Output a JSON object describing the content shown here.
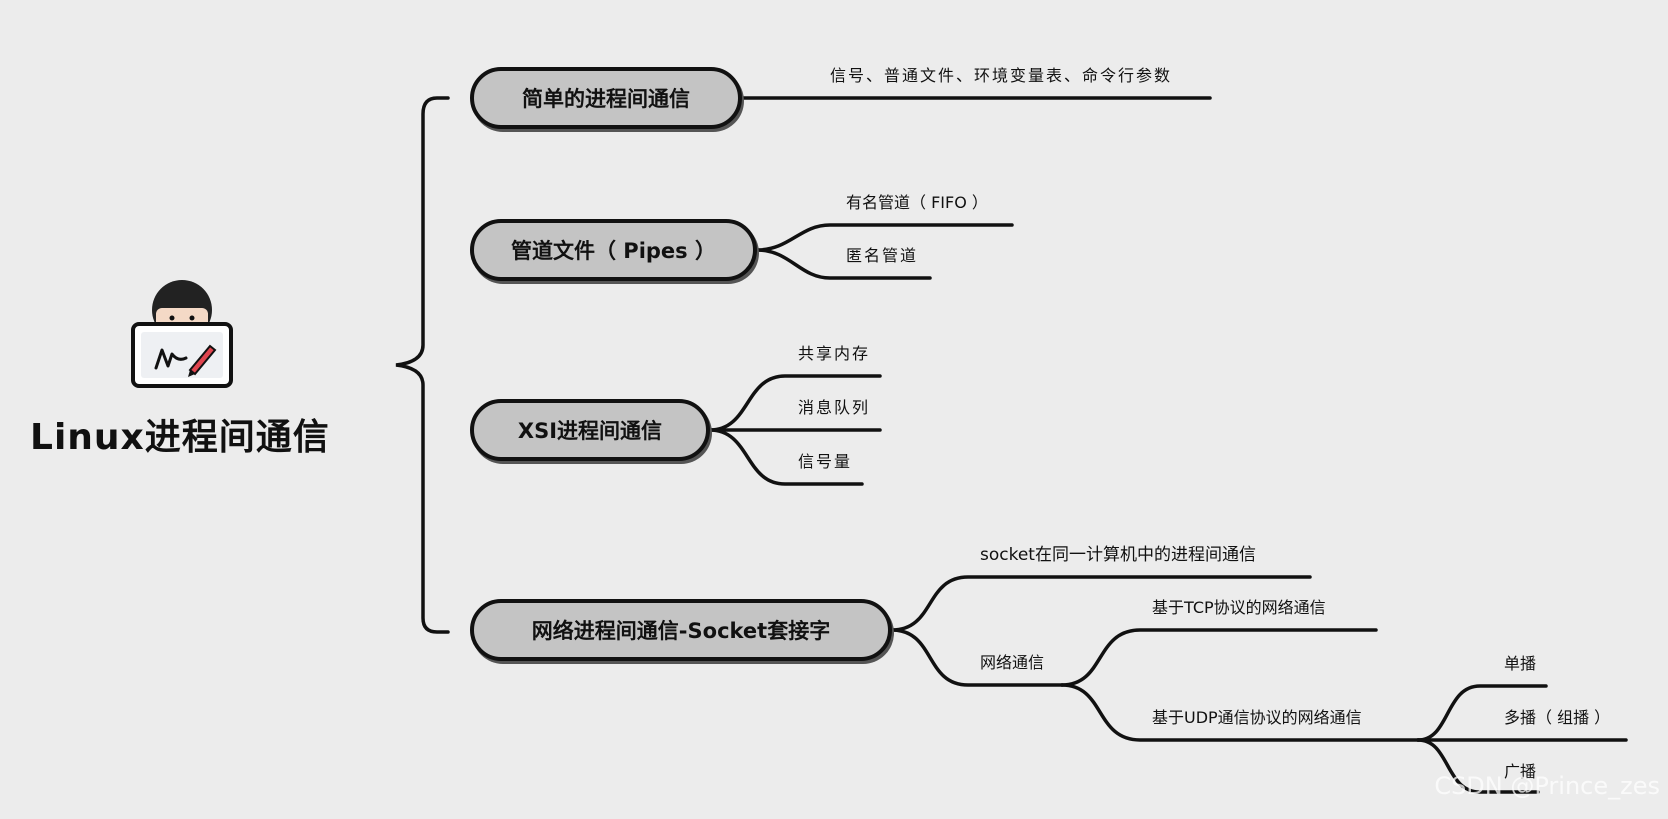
{
  "root": {
    "title": "Linux进程间通信",
    "icon": "person-laptop-icon"
  },
  "branches": [
    {
      "label": "简单的进程间通信",
      "children": [
        {
          "label": "信号、普通文件、环境变量表、命令行参数"
        }
      ]
    },
    {
      "label": "管道文件（ Pipes ）",
      "children": [
        {
          "label": "有名管道（ FIFO ）"
        },
        {
          "label": "匿名管道"
        }
      ]
    },
    {
      "label": "XSI进程间通信",
      "children": [
        {
          "label": "共享内存"
        },
        {
          "label": "消息队列"
        },
        {
          "label": "信号量"
        }
      ]
    },
    {
      "label": "网络进程间通信-Socket套接字",
      "children": [
        {
          "label": "socket在同一计算机中的进程间通信"
        },
        {
          "label": "网络通信",
          "children": [
            {
              "label": "基于TCP协议的网络通信"
            },
            {
              "label": "基于UDP通信协议的网络通信",
              "children": [
                {
                  "label": "单播"
                },
                {
                  "label": "多播（ 组播 ）"
                },
                {
                  "label": "广播"
                }
              ]
            }
          ]
        }
      ]
    }
  ],
  "watermark": "CSDN @Prince_zes",
  "colors": {
    "background": "#ececec",
    "node_fill": "#c4c4c4",
    "line": "#111111",
    "pen_accent": "#e0454f"
  }
}
